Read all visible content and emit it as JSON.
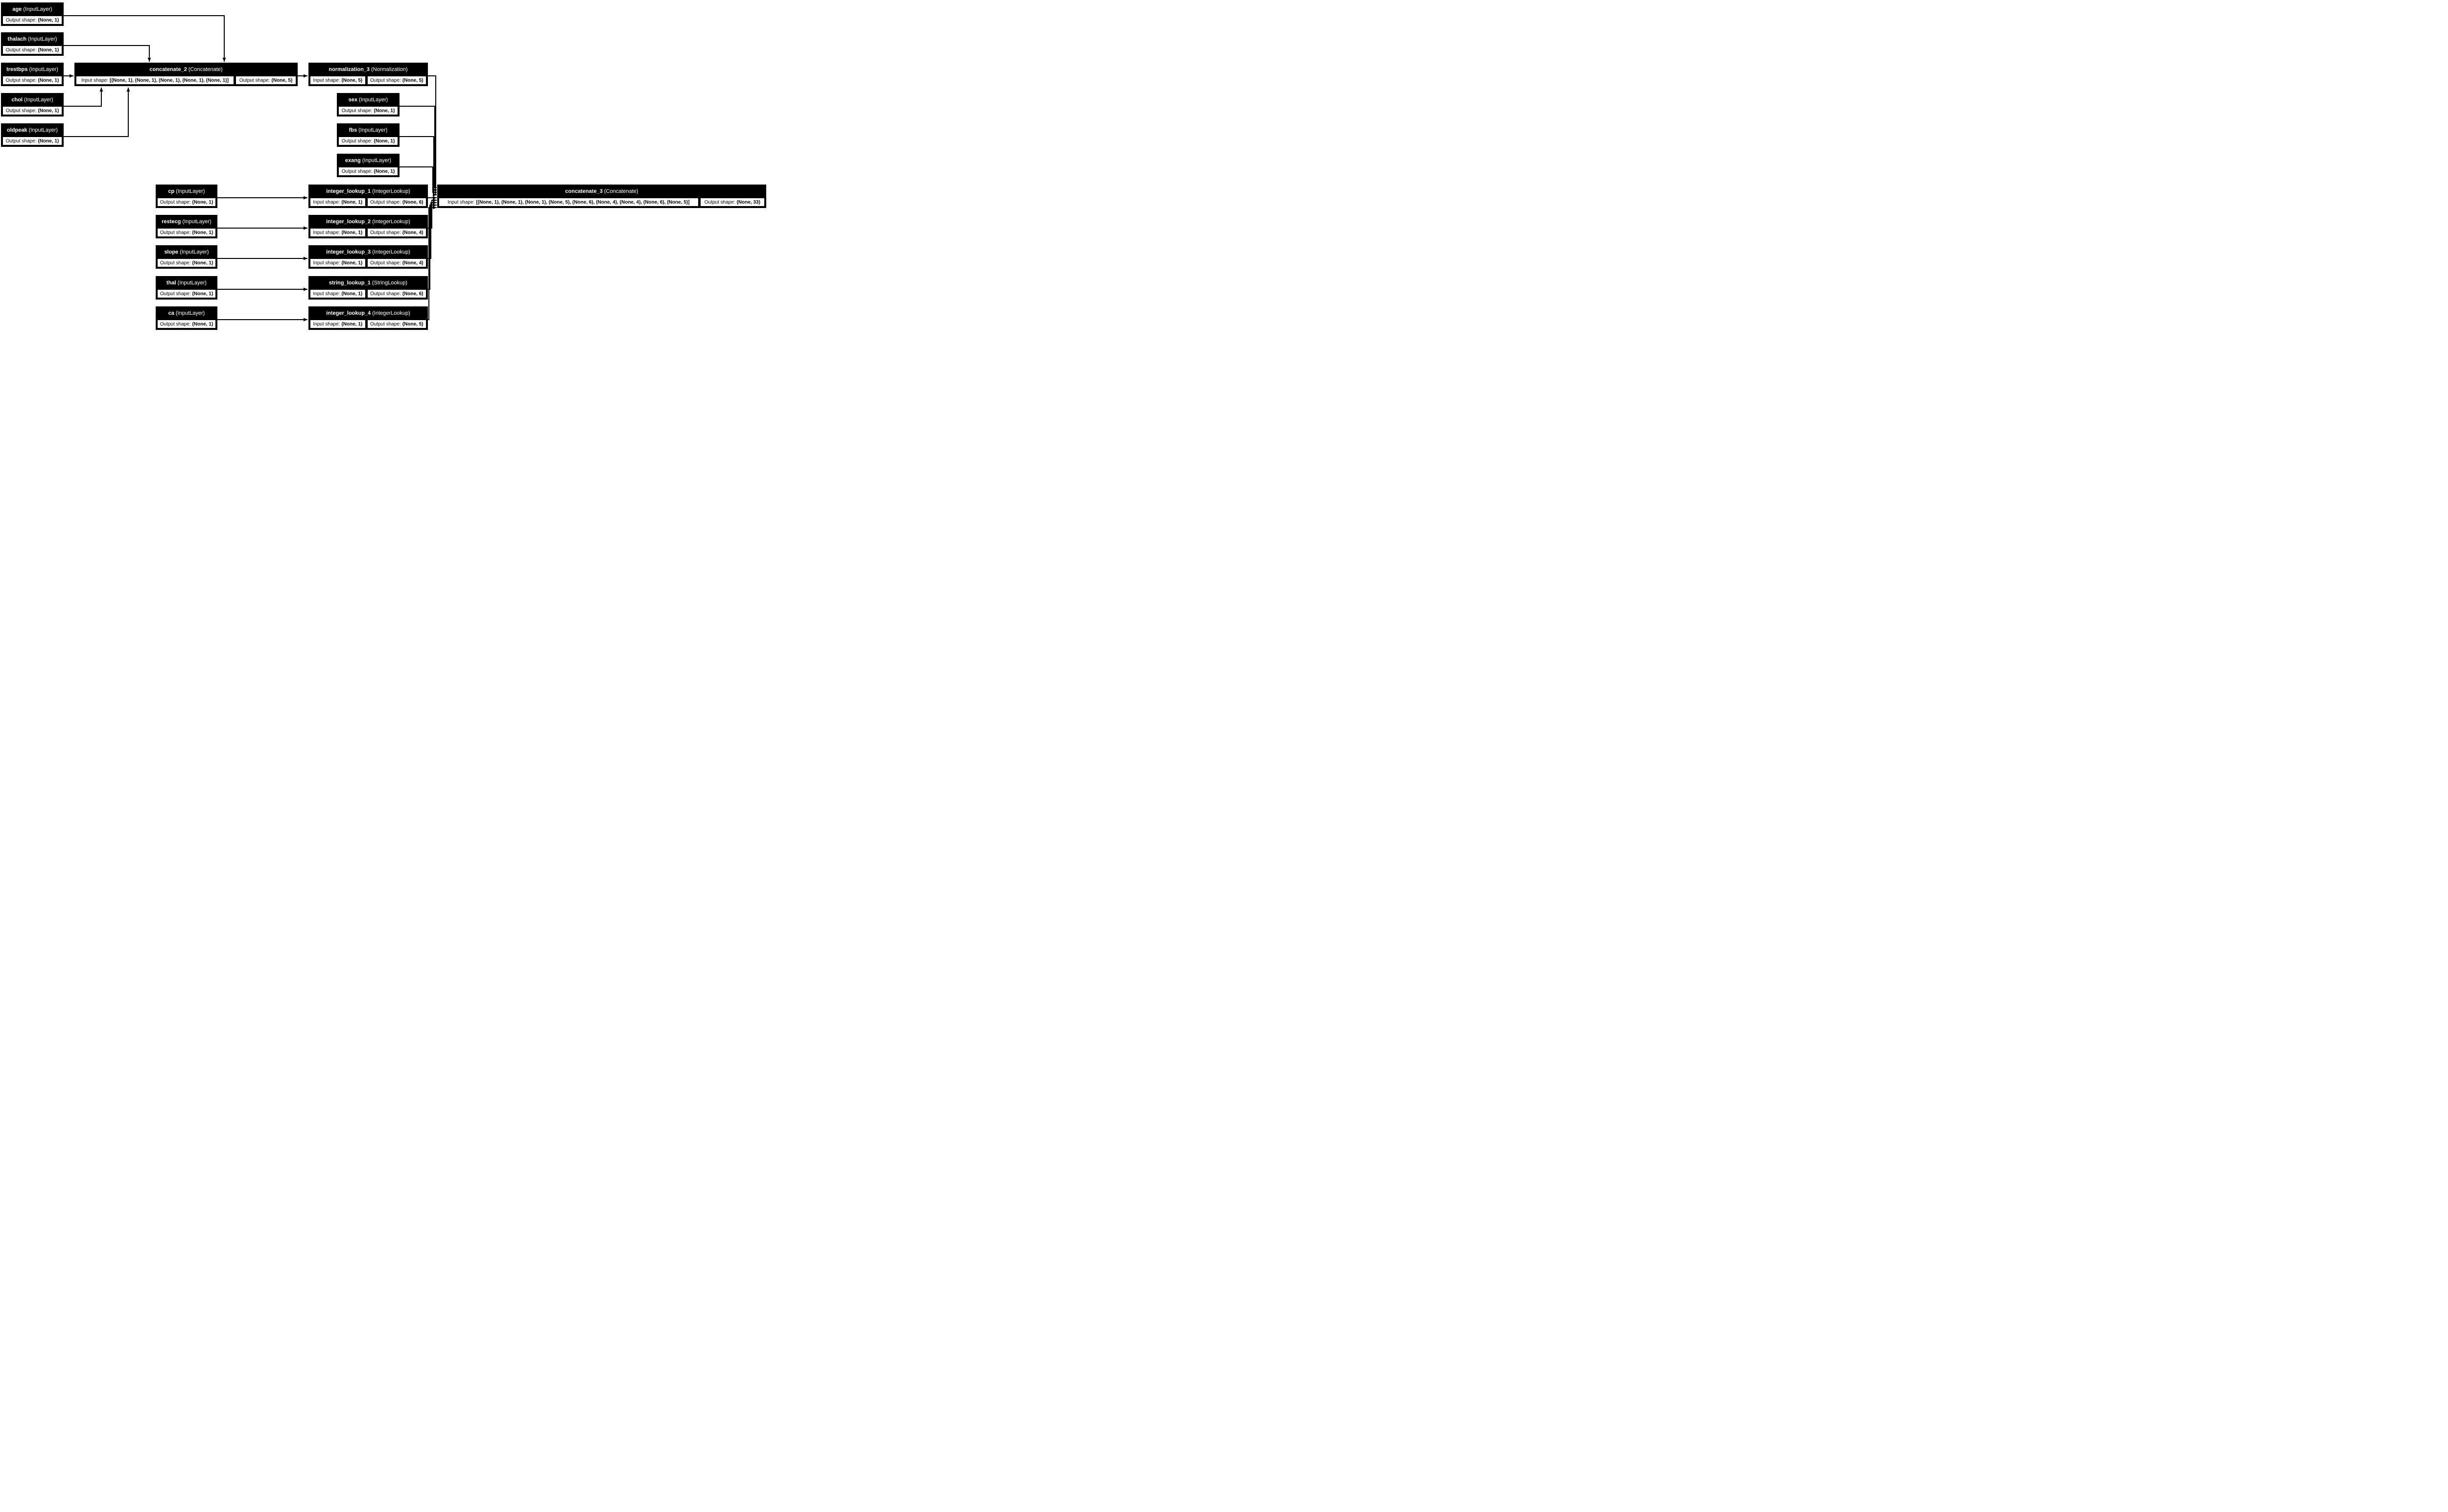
{
  "diagram": {
    "kind": "keras-model-architecture",
    "colors": {
      "node_fill": "#000000",
      "node_text": "#ffffff",
      "cell_fill": "#ffffff",
      "cell_text": "#000000",
      "background": "#ffffff"
    }
  },
  "nodes": [
    {
      "name": "age",
      "type": " (InputLayer)",
      "cells": [
        {
          "label": "Output shape:",
          "value": "(None, 1)"
        }
      ]
    },
    {
      "name": "thalach",
      "type": " (InputLayer)",
      "cells": [
        {
          "label": "Output shape:",
          "value": "(None, 1)"
        }
      ]
    },
    {
      "name": "trestbps",
      "type": " (InputLayer)",
      "cells": [
        {
          "label": "Output shape:",
          "value": "(None, 1)"
        }
      ]
    },
    {
      "name": "chol",
      "type": " (InputLayer)",
      "cells": [
        {
          "label": "Output shape:",
          "value": "(None, 1)"
        }
      ]
    },
    {
      "name": "oldpeak",
      "type": " (InputLayer)",
      "cells": [
        {
          "label": "Output shape:",
          "value": "(None, 1)"
        }
      ]
    },
    {
      "name": "concatenate_2",
      "type": " (Concatenate)",
      "cells": [
        {
          "label": "Input shape:",
          "value": "[(None, 1), (None, 1), (None, 1), (None, 1), (None, 1)]"
        },
        {
          "label": "Output shape:",
          "value": "(None, 5)"
        }
      ]
    },
    {
      "name": "normalization_3",
      "type": " (Normalization)",
      "cells": [
        {
          "label": "Input shape:",
          "value": "(None, 5)"
        },
        {
          "label": "Output shape:",
          "value": "(None, 5)"
        }
      ]
    },
    {
      "name": "sex",
      "type": " (InputLayer)",
      "cells": [
        {
          "label": "Output shape:",
          "value": "(None, 1)"
        }
      ]
    },
    {
      "name": "fbs",
      "type": " (InputLayer)",
      "cells": [
        {
          "label": "Output shape:",
          "value": "(None, 1)"
        }
      ]
    },
    {
      "name": "exang",
      "type": " (InputLayer)",
      "cells": [
        {
          "label": "Output shape:",
          "value": "(None, 1)"
        }
      ]
    },
    {
      "name": "cp",
      "type": " (InputLayer)",
      "cells": [
        {
          "label": "Output shape:",
          "value": "(None, 1)"
        }
      ]
    },
    {
      "name": "restecg",
      "type": " (InputLayer)",
      "cells": [
        {
          "label": "Output shape:",
          "value": "(None, 1)"
        }
      ]
    },
    {
      "name": "slope",
      "type": " (InputLayer)",
      "cells": [
        {
          "label": "Output shape:",
          "value": "(None, 1)"
        }
      ]
    },
    {
      "name": "thal",
      "type": " (InputLayer)",
      "cells": [
        {
          "label": "Output shape:",
          "value": "(None, 1)"
        }
      ]
    },
    {
      "name": "ca",
      "type": " (InputLayer)",
      "cells": [
        {
          "label": "Output shape:",
          "value": "(None, 1)"
        }
      ]
    },
    {
      "name": "integer_lookup_1",
      "type": " (IntegerLookup)",
      "cells": [
        {
          "label": "Input shape:",
          "value": "(None, 1)"
        },
        {
          "label": "Output shape:",
          "value": "(None, 6)"
        }
      ]
    },
    {
      "name": "integer_lookup_2",
      "type": " (IntegerLookup)",
      "cells": [
        {
          "label": "Input shape:",
          "value": "(None, 1)"
        },
        {
          "label": "Output shape:",
          "value": "(None, 4)"
        }
      ]
    },
    {
      "name": "integer_lookup_3",
      "type": " (IntegerLookup)",
      "cells": [
        {
          "label": "Input shape:",
          "value": "(None, 1)"
        },
        {
          "label": "Output shape:",
          "value": "(None, 4)"
        }
      ]
    },
    {
      "name": "string_lookup_1",
      "type": " (StringLookup)",
      "cells": [
        {
          "label": "Input shape:",
          "value": "(None, 1)"
        },
        {
          "label": "Output shape:",
          "value": "(None, 6)"
        }
      ]
    },
    {
      "name": "integer_lookup_4",
      "type": " (IntegerLookup)",
      "cells": [
        {
          "label": "Input shape:",
          "value": "(None, 1)"
        },
        {
          "label": "Output shape:",
          "value": "(None, 5)"
        }
      ]
    },
    {
      "name": "concatenate_3",
      "type": " (Concatenate)",
      "cells": [
        {
          "label": "Input shape:",
          "value": "[(None, 1), (None, 1), (None, 1), (None, 5), (None, 6), (None, 4), (None, 4), (None, 6), (None, 5)]"
        },
        {
          "label": "Output shape:",
          "value": "(None, 33)"
        }
      ]
    }
  ],
  "edges": [
    {
      "from": "age",
      "to": "concatenate_2"
    },
    {
      "from": "thalach",
      "to": "concatenate_2"
    },
    {
      "from": "trestbps",
      "to": "concatenate_2"
    },
    {
      "from": "chol",
      "to": "concatenate_2"
    },
    {
      "from": "oldpeak",
      "to": "concatenate_2"
    },
    {
      "from": "concatenate_2",
      "to": "normalization_3"
    },
    {
      "from": "normalization_3",
      "to": "concatenate_3"
    },
    {
      "from": "sex",
      "to": "concatenate_3"
    },
    {
      "from": "fbs",
      "to": "concatenate_3"
    },
    {
      "from": "exang",
      "to": "concatenate_3"
    },
    {
      "from": "cp",
      "to": "integer_lookup_1"
    },
    {
      "from": "restecg",
      "to": "integer_lookup_2"
    },
    {
      "from": "slope",
      "to": "integer_lookup_3"
    },
    {
      "from": "thal",
      "to": "string_lookup_1"
    },
    {
      "from": "ca",
      "to": "integer_lookup_4"
    },
    {
      "from": "integer_lookup_1",
      "to": "concatenate_3"
    },
    {
      "from": "integer_lookup_2",
      "to": "concatenate_3"
    },
    {
      "from": "integer_lookup_3",
      "to": "concatenate_3"
    },
    {
      "from": "string_lookup_1",
      "to": "concatenate_3"
    },
    {
      "from": "integer_lookup_4",
      "to": "concatenate_3"
    }
  ]
}
